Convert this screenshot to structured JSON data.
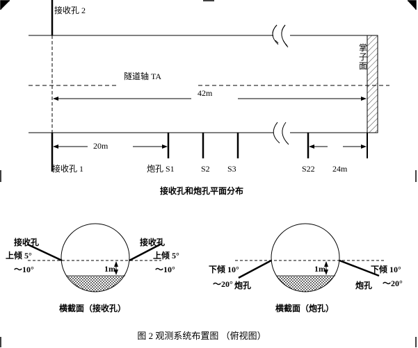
{
  "plan": {
    "receiver2": "接收孔 2",
    "face": [
      "掌",
      "子",
      "面"
    ],
    "axis": "隧道轴 TA",
    "dist42": "42m",
    "dist20": "20m",
    "dist24": "24m",
    "receiver1": "接收孔 1",
    "s1": "炮孔 S1",
    "s2": "S2",
    "s3": "S3",
    "s22": "S22",
    "caption": "接收孔和炮孔平面分布"
  },
  "section_receiver": {
    "label_left": "接收孔",
    "label_right": "接收孔",
    "angle_left_1": "上倾 5°",
    "angle_left_2": "～10°",
    "angle_right_1": "上倾 5°",
    "angle_right_2": "～10°",
    "depth": "1m",
    "caption": "横截面（接收孔）"
  },
  "section_shot": {
    "angle_left_1": "下倾 10°",
    "angle_left_2": "～20°",
    "label_left": "炮孔",
    "angle_right_1": "下倾 10°",
    "angle_right_2": "～20°",
    "label_right": "炮孔",
    "depth": "1m",
    "caption": "横截面（炮孔）"
  },
  "figure_caption": "图 2  观测系统布置图 （俯视图）"
}
